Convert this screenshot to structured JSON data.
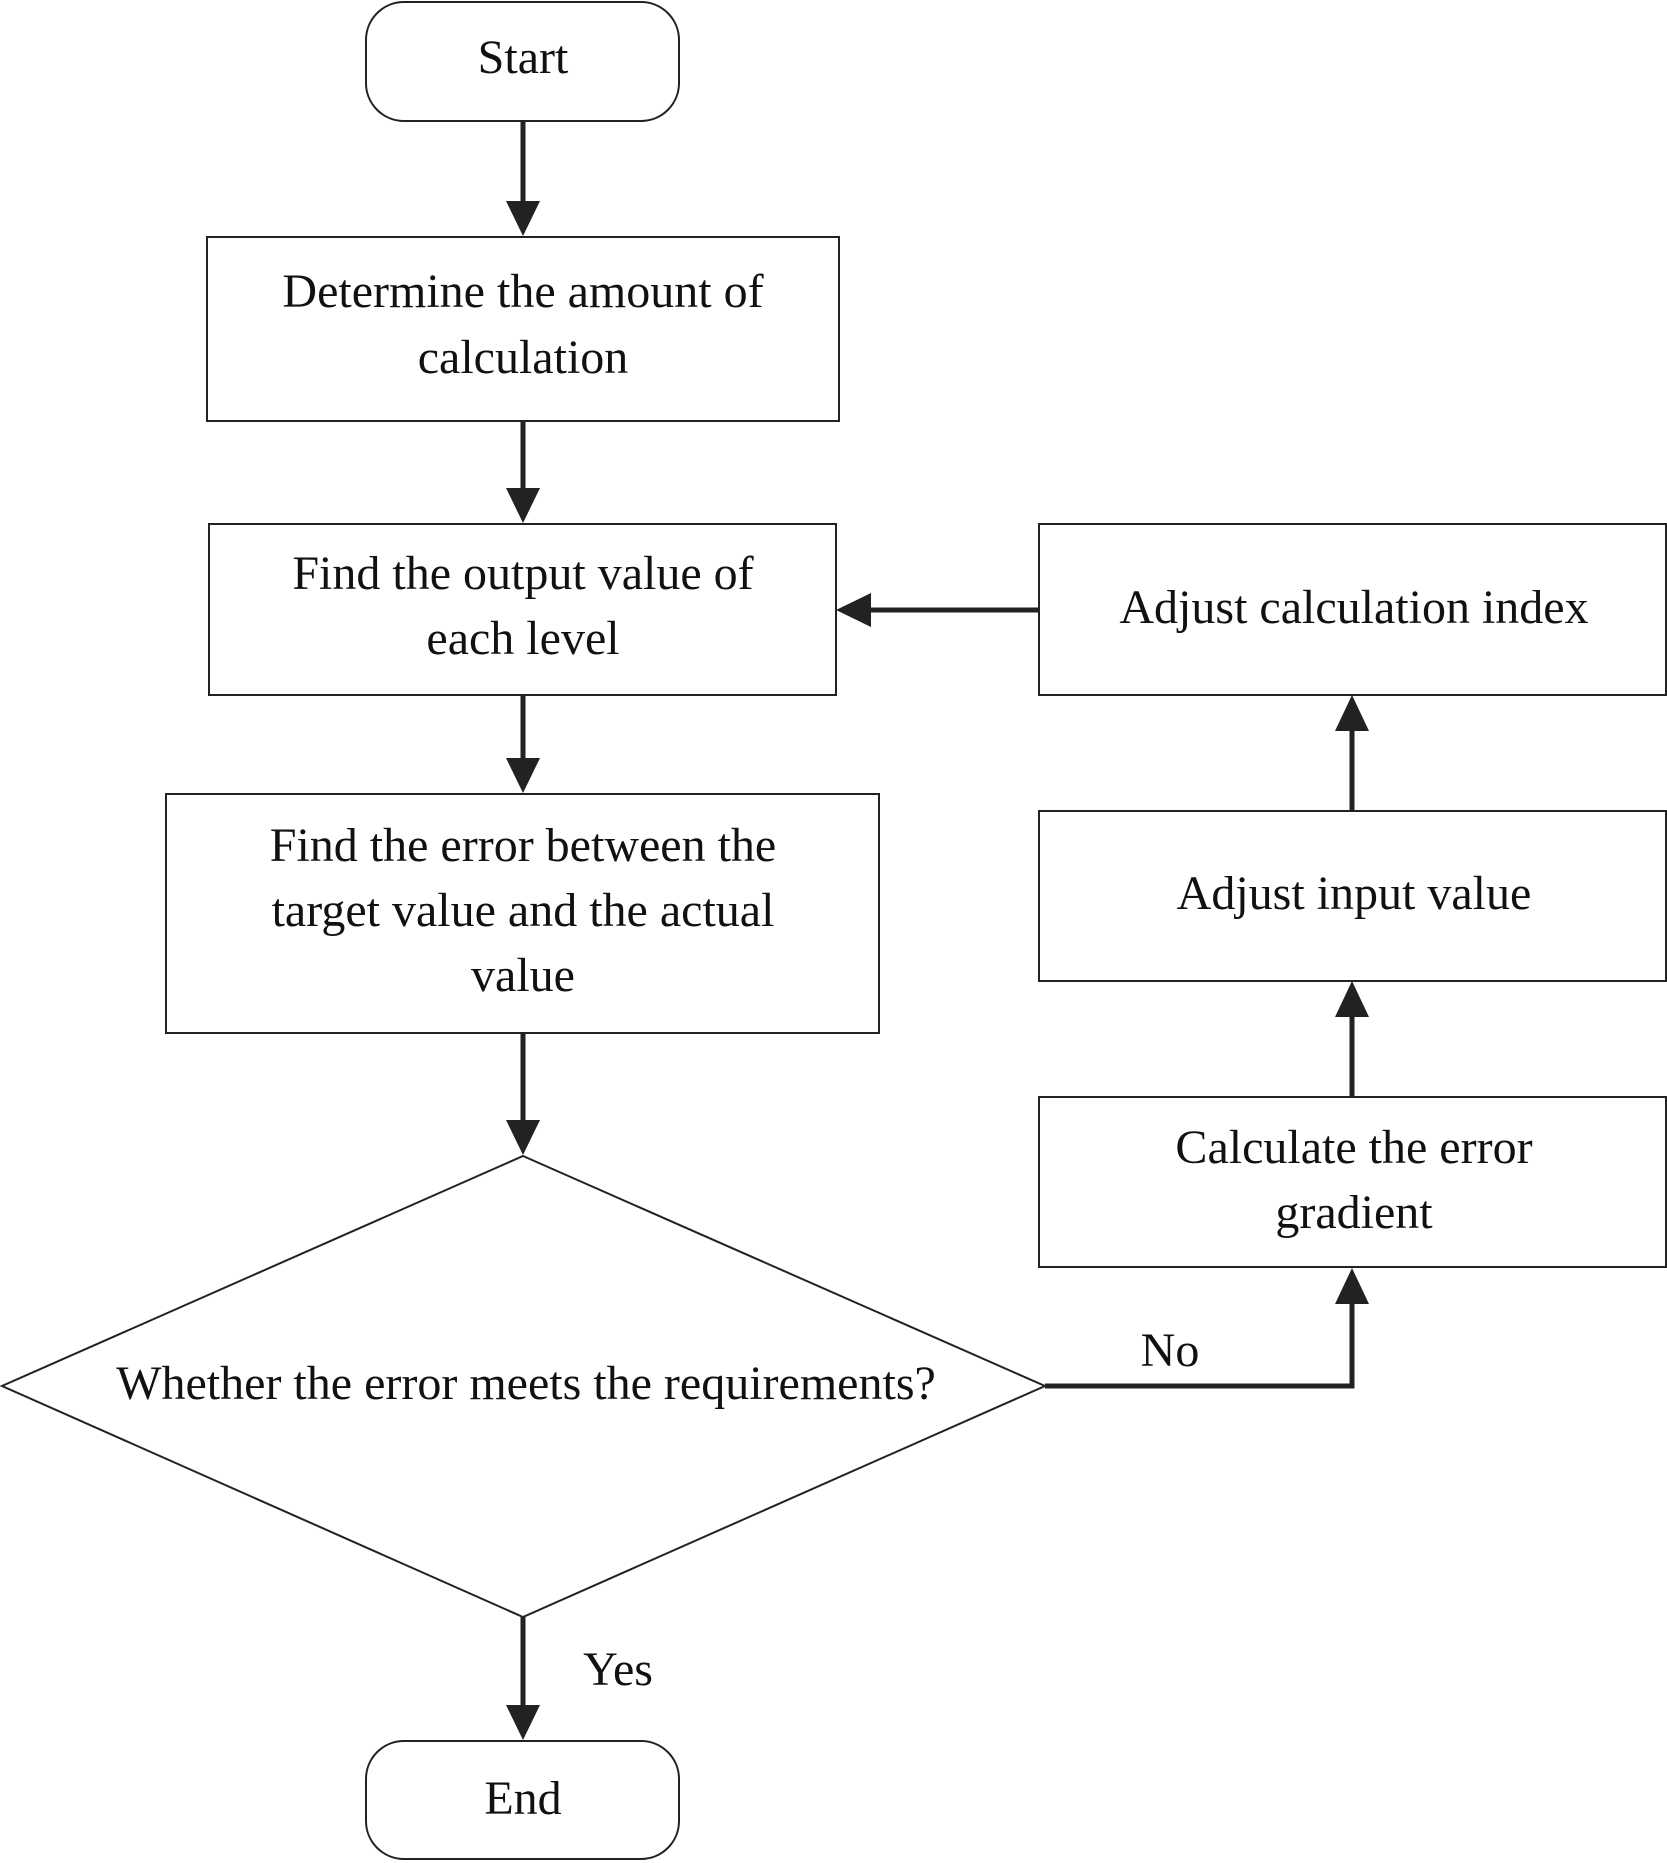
{
  "nodes": {
    "start": {
      "lines": [
        "Start"
      ]
    },
    "determine": {
      "lines": [
        "Determine the amount of",
        "calculation"
      ]
    },
    "find_output": {
      "lines": [
        "Find the output value of",
        "each level"
      ]
    },
    "find_error": {
      "lines": [
        "Find the error between the",
        "target value and the actual",
        "value"
      ]
    },
    "decision": {
      "lines": [
        "Whether the error meets the requirements?"
      ]
    },
    "end": {
      "lines": [
        "End"
      ]
    },
    "adjust_index": {
      "lines": [
        "Adjust calculation index"
      ]
    },
    "adjust_input": {
      "lines": [
        "Adjust input value"
      ]
    },
    "calc_gradient": {
      "lines": [
        "Calculate the error",
        "gradient"
      ]
    }
  },
  "edge_labels": {
    "no": "No",
    "yes": "Yes"
  }
}
